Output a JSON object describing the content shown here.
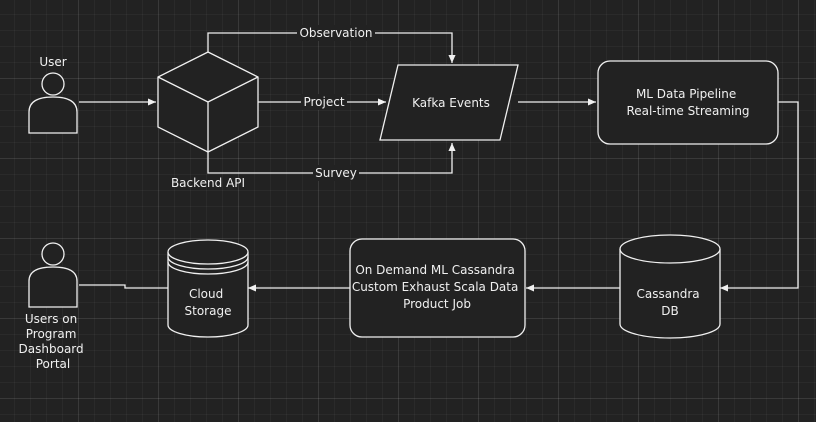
{
  "nodes": {
    "user": "User",
    "backend_api": "Backend API",
    "kafka_events": "Kafka Events",
    "ml_pipeline": [
      "ML Data Pipeline",
      "Real-time Streaming"
    ],
    "cassandra_db": [
      "Cassandra",
      "DB"
    ],
    "on_demand_job": [
      "On Demand ML Cassandra",
      "Custom Exhaust Scala Data",
      "Product Job"
    ],
    "cloud_storage": [
      "Cloud",
      "Storage"
    ],
    "program_users": [
      "Users on",
      "Program",
      "Dashboard",
      "Portal"
    ]
  },
  "edges": {
    "observation": "Observation",
    "project": "Project",
    "survey": "Survey"
  }
}
